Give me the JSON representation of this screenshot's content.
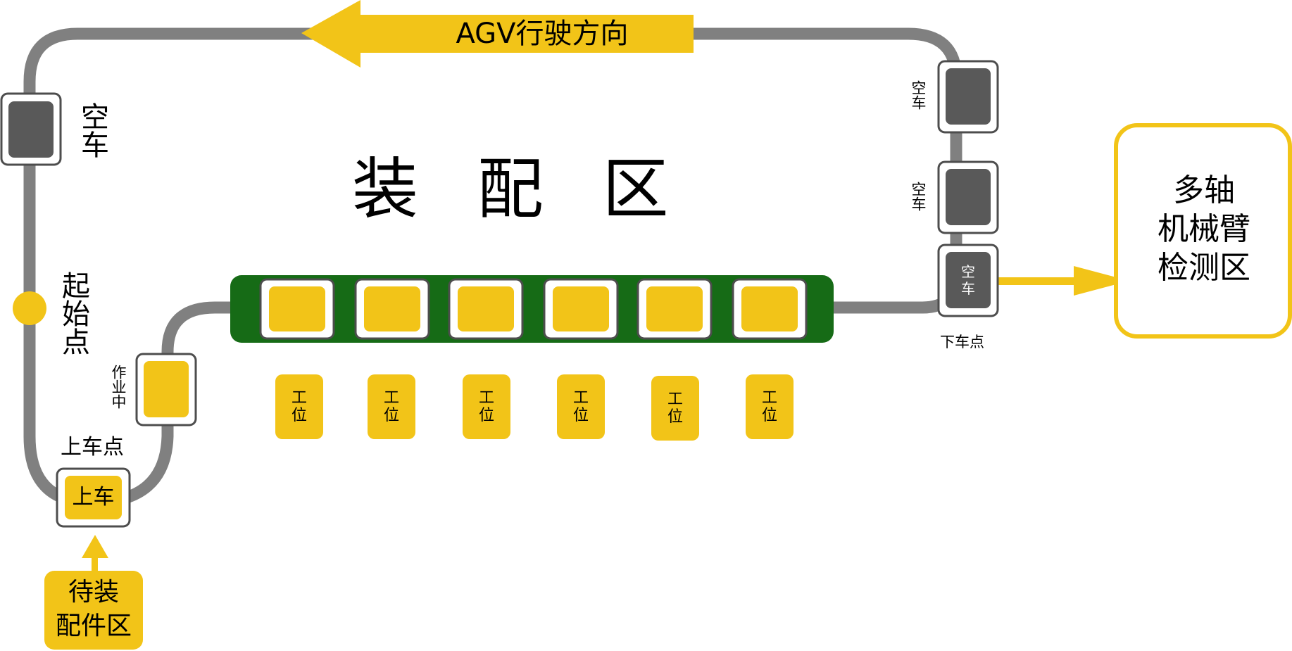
{
  "direction_label": "AGV行驶方向",
  "assembly_zone_title": "装  配  区",
  "start_point_label": "起始点",
  "empty_cart_left_label": "空车",
  "empty_cart_right_1_label": "空车",
  "empty_cart_right_2_label": "空车",
  "empty_cart_right_3_label": "空车",
  "working_label": "作业中",
  "boarding_point_label": "上车点",
  "boarding_cart_label": "上车",
  "alighting_point_label": "下车点",
  "parts_zone_label": "待装\n配件区",
  "robot_zone_label": "多轴\n机械臂\n检测区",
  "stations": [
    "工位",
    "工位",
    "工位",
    "工位",
    "工位",
    "工位"
  ],
  "colors": {
    "track": "#808080",
    "yellow": "#f2c418",
    "green": "#166b16",
    "dark_cart": "#595959",
    "cart_border": "#4d4d4d"
  }
}
